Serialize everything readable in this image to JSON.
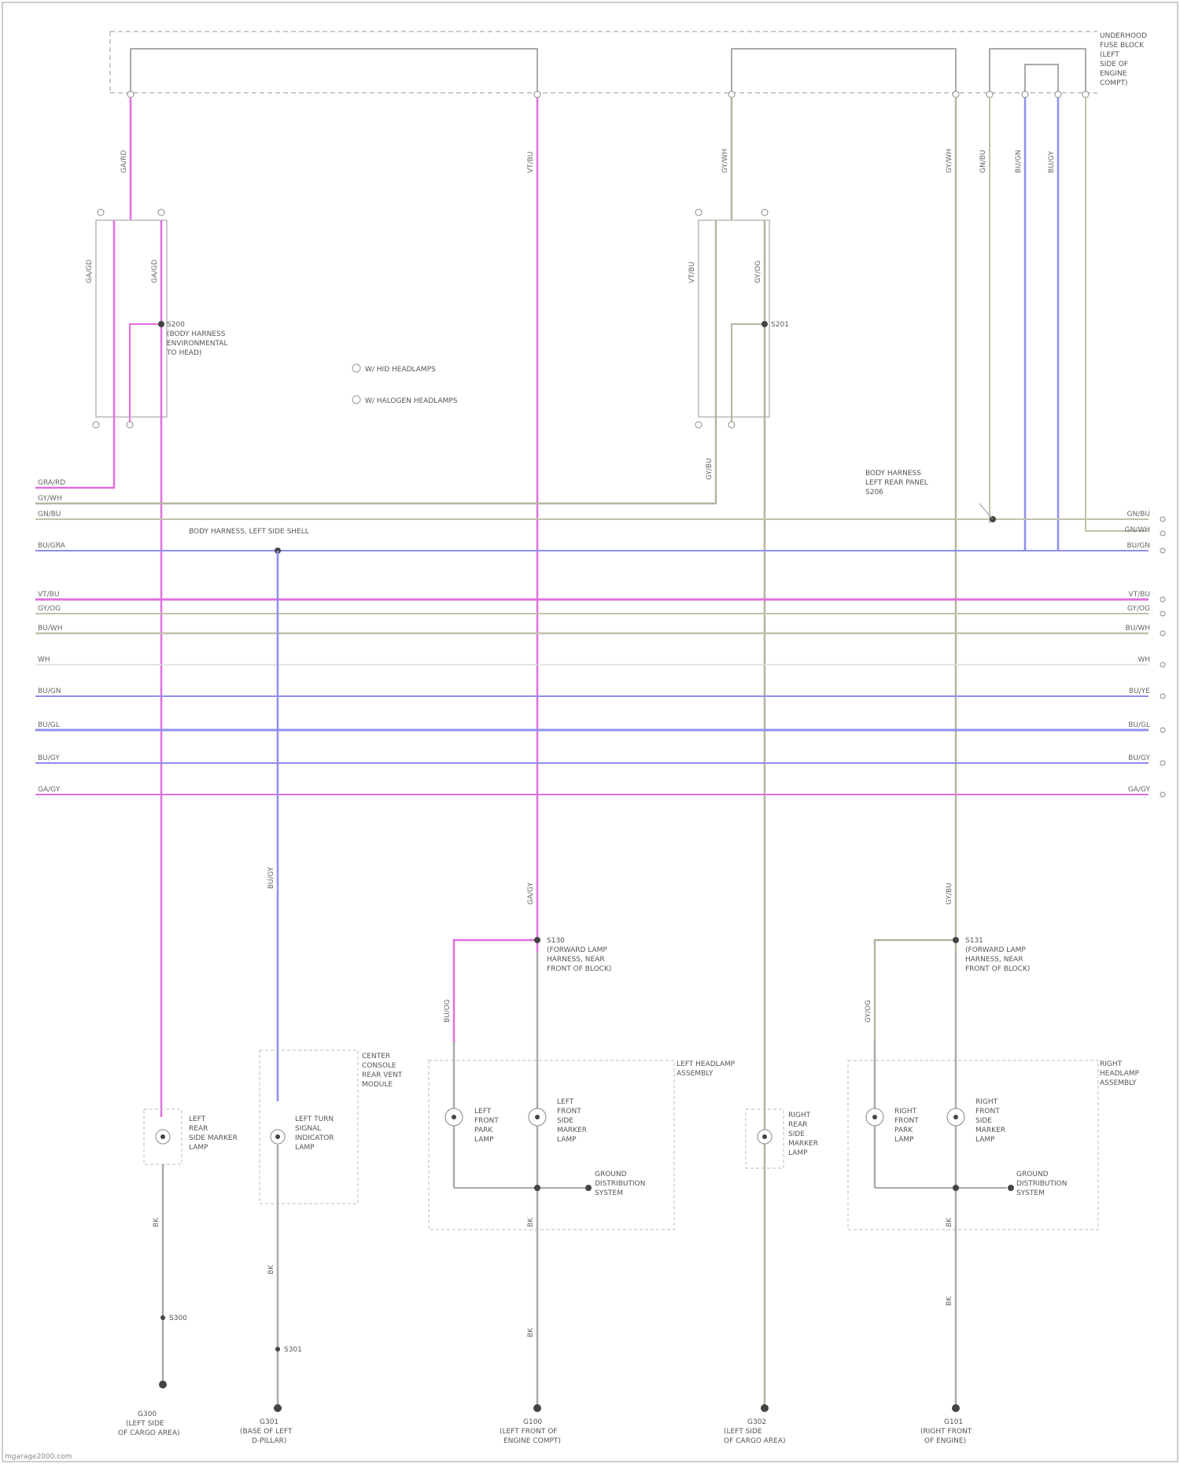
{
  "fuse_block": {
    "label_lines": [
      "UNDERHOOD",
      "FUSE BLOCK",
      "(LEFT",
      "SIDE OF",
      "ENGINE",
      "COMPT)"
    ]
  },
  "legend": {
    "items": [
      "W/ HID HEADLAMPS",
      "W/ HALOGEN HEADLAMPS"
    ]
  },
  "splices": {
    "s_left_upper": [
      "S200",
      "(BODY HARNESS",
      "ENVIRONMENTAL",
      "TO HEAD)"
    ],
    "s_right_upper": "S201",
    "s_body_right": [
      "BODY HARNESS",
      "LEFT REAR PANEL",
      "S206"
    ],
    "s_body_left": "BODY HARNESS, LEFT SIDE SHELL",
    "s_front_left": [
      "S130",
      "(FORWARD LAMP",
      "HARNESS, NEAR",
      "FRONT OF BLOCK)"
    ],
    "s_front_right": [
      "S131",
      "(FORWARD LAMP",
      "HARNESS, NEAR",
      "FRONT OF BLOCK)"
    ],
    "s_ground_a": "S300",
    "s_ground_b": "S301"
  },
  "components": {
    "left_rear_side_marker": [
      "LEFT",
      "REAR",
      "SIDE MARKER",
      "LAMP"
    ],
    "left_turn_signal": [
      "LEFT TURN",
      "SIGNAL",
      "INDICATOR",
      "LAMP"
    ],
    "center_console_module": [
      "CENTER",
      "CONSOLE",
      "REAR VENT",
      "MODULE"
    ],
    "left_front_park": [
      "LEFT",
      "FRONT",
      "PARK",
      "LAMP"
    ],
    "left_front_marker": [
      "LEFT",
      "FRONT",
      "SIDE",
      "MARKER",
      "LAMP"
    ],
    "left_headlamp_assembly": [
      "LEFT HEADLAMP",
      "ASSEMBLY"
    ],
    "right_rear_side_marker": [
      "RIGHT",
      "REAR",
      "SIDE",
      "MARKER",
      "LAMP"
    ],
    "right_front_park": [
      "RIGHT",
      "FRONT",
      "PARK",
      "LAMP"
    ],
    "right_front_marker": [
      "RIGHT",
      "FRONT",
      "SIDE",
      "MARKER",
      "LAMP"
    ],
    "right_headlamp_assembly": [
      "RIGHT",
      "HEADLAMP",
      "ASSEMBLY"
    ],
    "ground_dist_left": [
      "GROUND",
      "DISTRIBUTION",
      "SYSTEM"
    ],
    "ground_dist_right": [
      "GROUND",
      "DISTRIBUTION",
      "SYSTEM"
    ]
  },
  "grounds": {
    "g1": [
      "G300",
      "(LEFT SIDE",
      "OF CARGO AREA)"
    ],
    "g2": [
      "G301",
      "(BASE OF LEFT",
      "D-PILLAR)"
    ],
    "g3": [
      "G100",
      "(LEFT FRONT OF",
      "ENGINE COMPT)"
    ],
    "g4": [
      "G302",
      "(LEFT SIDE",
      "OF CARGO AREA)"
    ],
    "g5": [
      "G101",
      "(RIGHT FRONT",
      "OF ENGINE)"
    ]
  },
  "bus_wires": {
    "left": [
      "GRA/RD",
      "GY/WH",
      "GN/BU",
      "BU/GRA",
      "VT/BU",
      "GY/OG",
      "BU/WH",
      "WH",
      "BU/GN",
      "BU/GL",
      "BU/GY",
      "GA/GY"
    ],
    "right": [
      "GN/BU",
      "GN/WH",
      "BU/GN",
      "VT/BU",
      "GY/OG",
      "BU/WH",
      "WH",
      "BU/YE",
      "BU/GL",
      "BU/GY",
      "GA/GY"
    ]
  },
  "wire_labels": {
    "vertical": [
      "GA/RD",
      "VT/BU",
      "GY/WH",
      "GY/WH",
      "GN/BU",
      "BU/GN",
      "BU/GY",
      "GA/GD",
      "GA/GD",
      "VT/BU",
      "GY/OG",
      "GY/BU",
      "GY/BU",
      "BU/GY",
      "GA/GY",
      "BU/OG",
      "GY/OG",
      "BK",
      "BK",
      "BK",
      "BK",
      "BK",
      "BK"
    ]
  },
  "footer": "mgarage2000.com"
}
